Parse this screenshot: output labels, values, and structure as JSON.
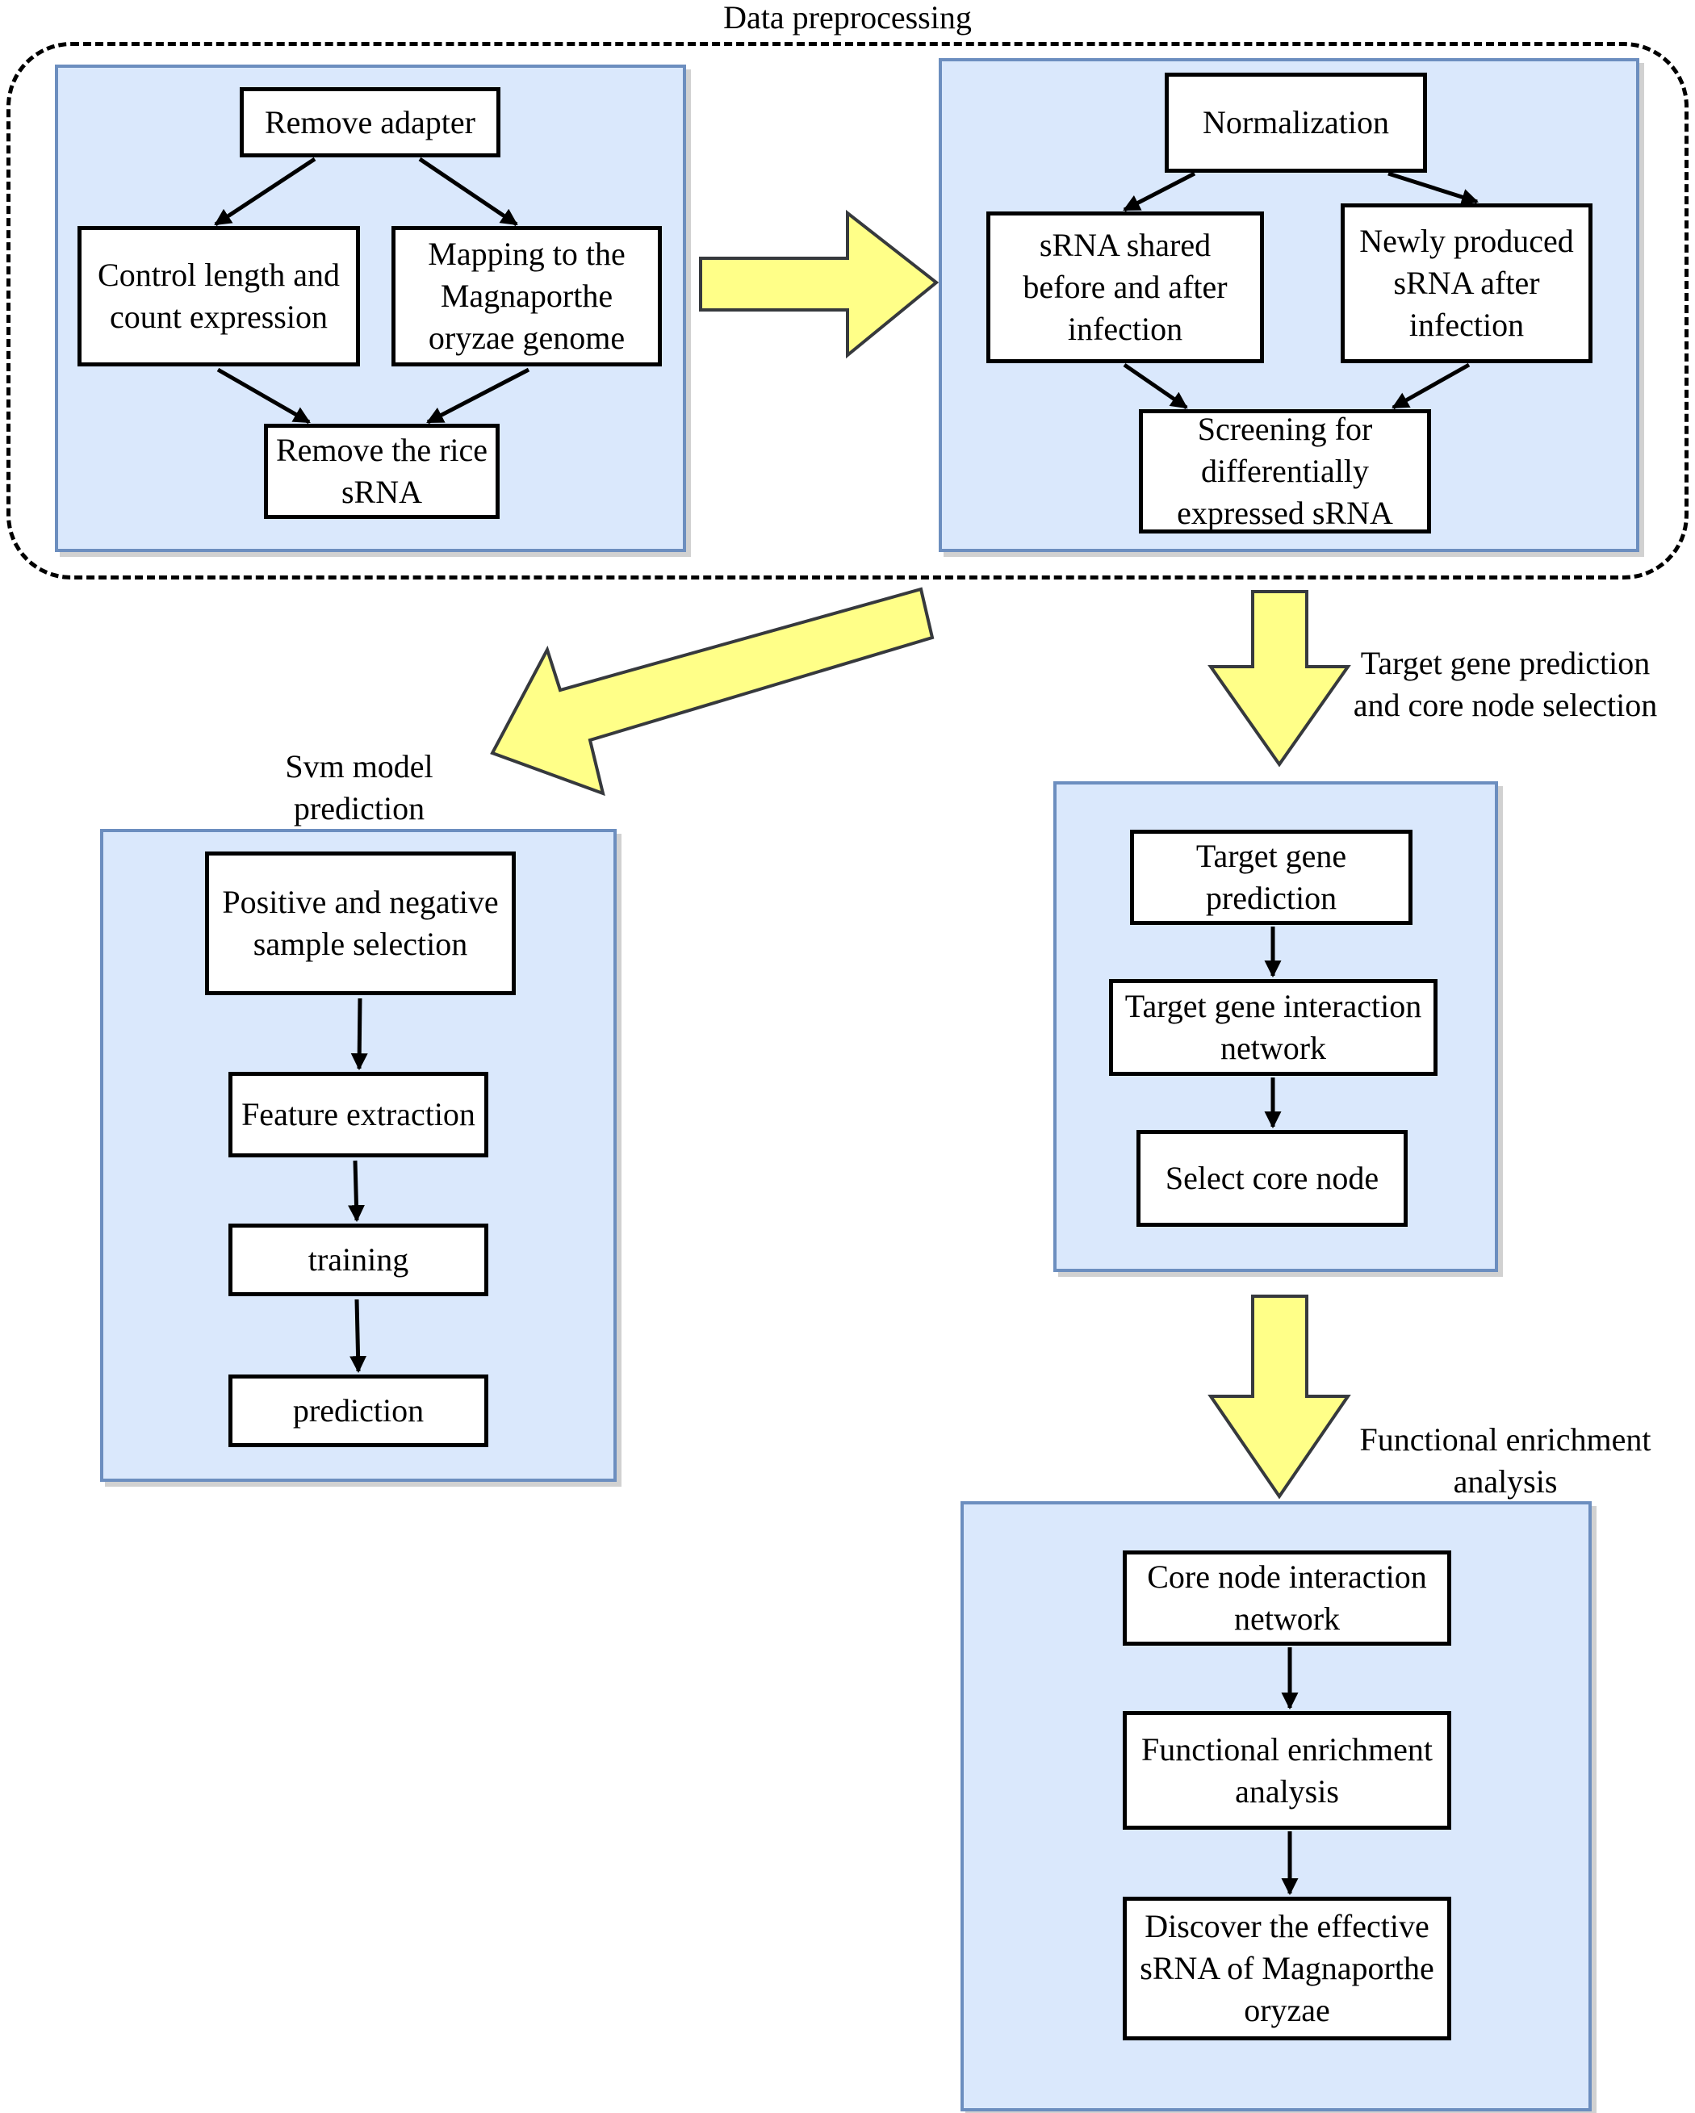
{
  "data_preprocessing": {
    "title": "Data preprocessing",
    "panel_left": {
      "remove_adapter": "Remove adapter",
      "control_length": "Control length and count expression",
      "mapping": "Mapping to the Magnaporthe oryzae genome",
      "remove_rice": "Remove the rice sRNA"
    },
    "panel_right": {
      "normalization": "Normalization",
      "shared_srna": "sRNA shared before and after infection",
      "newly_produced": "Newly produced sRNA after infection",
      "screening": "Screening for differentially expressed sRNA"
    }
  },
  "svm": {
    "title": "Svm model prediction",
    "steps": [
      "Positive and negative sample selection",
      "Feature extraction",
      "training",
      "prediction"
    ]
  },
  "target": {
    "title": "Target gene prediction and core node selection",
    "steps": [
      "Target gene prediction",
      "Target gene interaction network",
      "Select core node"
    ]
  },
  "enrichment": {
    "title": "Functional enrichment analysis",
    "steps": [
      "Core node interaction network",
      "Functional enrichment analysis",
      "Discover the effective sRNA of Magnaporthe oryzae"
    ]
  },
  "colors": {
    "panel_fill": "#dae8fc",
    "panel_border": "#6c8ebf",
    "big_arrow_fill": "#ffff88",
    "big_arrow_stroke": "#36393d"
  }
}
